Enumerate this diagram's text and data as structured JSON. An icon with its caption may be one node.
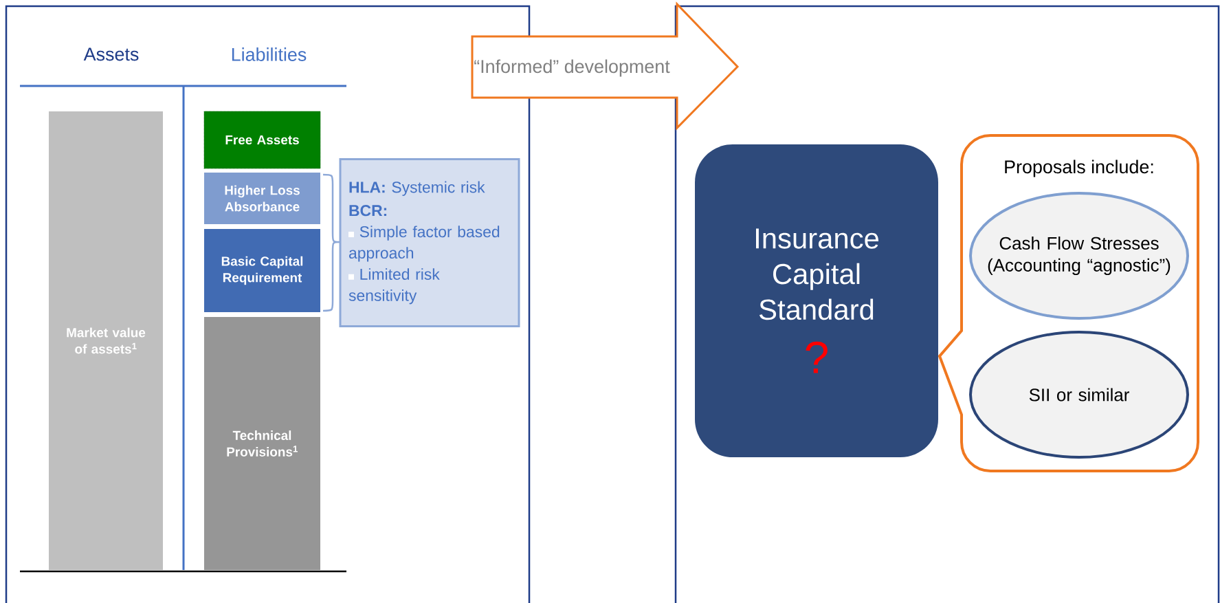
{
  "diagram": {
    "nodes": [
      {
        "text": [
          "Market value of assets$^{1}$"
        ]
      },
      {
        "text": [
          "Free Assets"
        ]
      },
      {
        "text": [
          "Higher Loss Absorbance"
        ]
      },
      {
        "text": [
          "Basic Capital Requirement"
        ]
      },
      {
        "text": [
          "Technical Provisions$^{1}$"
        ]
      },
      {
        "text": [
          "**HLA:** Systemic risk",
          "BCR:",
          "Simple factor based approach",
          "Limited risk sensitivity"
        ]
      },
      {
        "text": [
          "“Informed” development"
        ]
      },
      {
        "text": [
          "Insurance Capital Standard",
          "?"
        ]
      },
      {
        "text": [
          "Proposals include:"
        ]
      },
      {
        "text": [
          "Cash Flow Stresses (Accounting “agnostic”)"
        ],
        "in": 8
      },
      {
        "text": [
          "SII or similar"
        ],
        "in": 8
      }
    ],
    "labels": [
      "Assets",
      "Liabilities"
    ]
  }
}
